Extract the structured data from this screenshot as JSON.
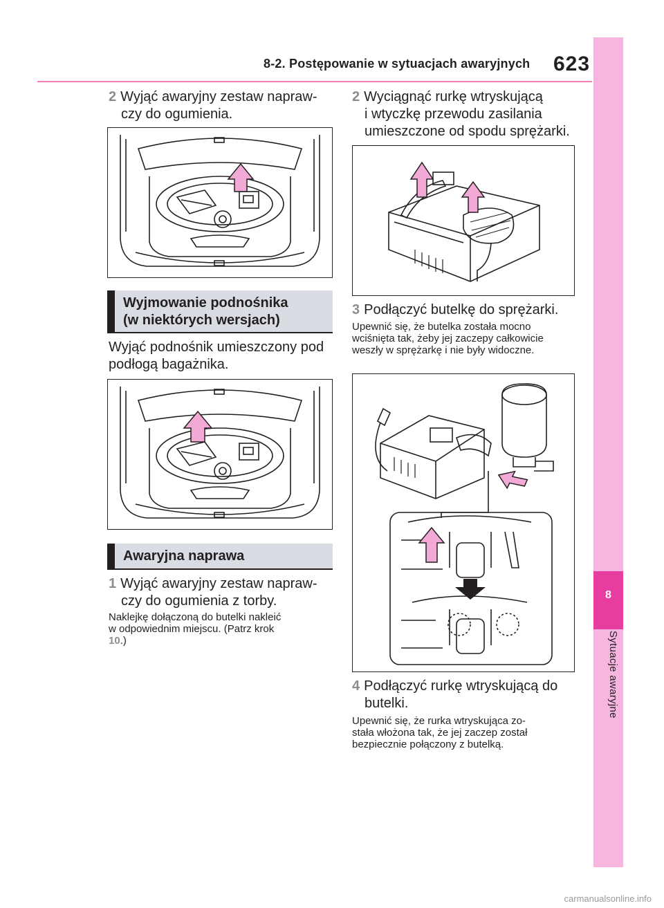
{
  "header": {
    "section_title": "8-2. Postępowanie w sytuacjach awaryjnych",
    "page_number": "623"
  },
  "side_tab": {
    "chapter_number": "8",
    "chapter_label": "Sytuacje awaryjne"
  },
  "left": {
    "step2_number": "2",
    "step2_line1": "Wyjąć awaryjny zestaw napraw-",
    "step2_line2": "czy do ogumienia.",
    "section1_line1": "Wyjmowanie podnośnika",
    "section1_line2": "(w niektórych wersjach)",
    "jack_line1": "Wyjąć podnośnik umieszczony pod",
    "jack_line2": "podłogą bagażnika.",
    "section2_title": "Awaryjna naprawa",
    "step1_number": "1",
    "step1_line1": "Wyjąć awaryjny zestaw napraw-",
    "step1_line2": "czy do ogumienia z torby.",
    "step1_note_line1": "Naklejkę dołączoną do butelki nakleić",
    "step1_note_line2": "w odpowiednim miejscu. (Patrz krok",
    "step1_note_ref": "10",
    "step1_note_end": ".)"
  },
  "right": {
    "step2_number": "2",
    "step2_line1": "Wyciągnąć rurkę wtryskującą",
    "step2_line2": "i wtyczkę przewodu zasilania",
    "step2_line3": "umieszczone od spodu sprężarki.",
    "step3_number": "3",
    "step3_text": "Podłączyć butelkę do sprężarki.",
    "step3_note_line1": "Upewnić się, że butelka została mocno",
    "step3_note_line2": "wciśnięta tak, żeby jej zaczepy całkowicie",
    "step3_note_line3": "weszły w sprężarkę i nie były widoczne.",
    "step4_number": "4",
    "step4_line1": "Podłączyć rurkę wtryskującą do",
    "step4_line2": "butelki.",
    "step4_note_line1": "Upewnić się, że rurka wtryskująca zo-",
    "step4_note_line2": "stała włożona tak, że jej zaczep został",
    "step4_note_line3": "bezpiecznie połączony z butelką."
  },
  "footer": {
    "watermark": "carmanualsonline.info"
  },
  "colors": {
    "accent_pink": "#e63d9f",
    "tab_pink": "#f7b6e0",
    "arrow_pink": "#f2a9d6",
    "section_grey": "#d9dde3"
  }
}
